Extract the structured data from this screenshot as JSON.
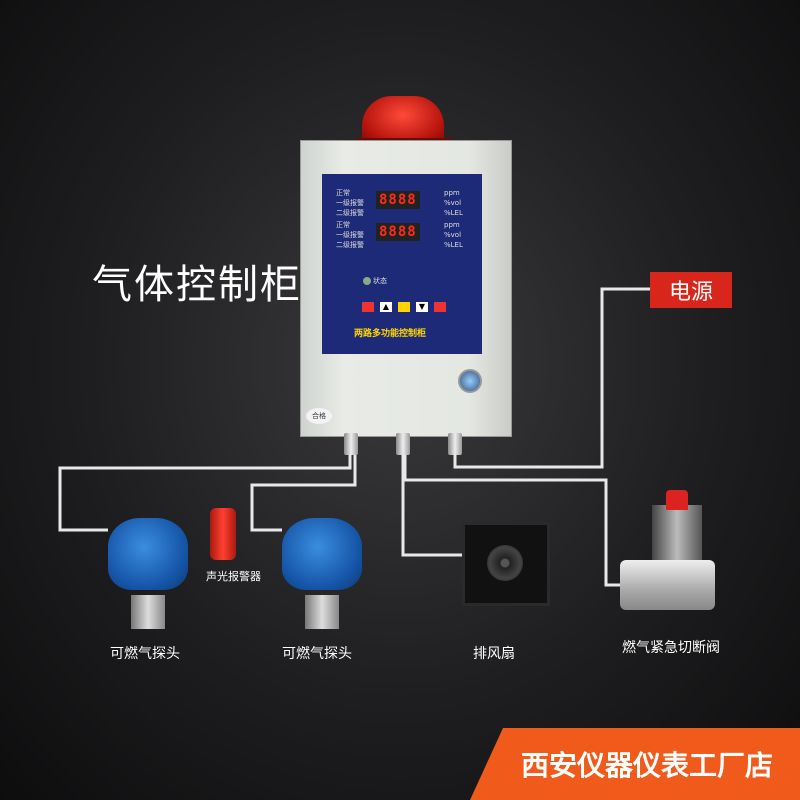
{
  "heading": "气体控制柜",
  "power_label": "电源",
  "cabinet": {
    "status_label": "状态",
    "panel_title": "两路多功能控制柜",
    "display_1": "8888",
    "display_2": "8888",
    "tag": "合格",
    "row_labels": [
      "正常",
      "一级报警",
      "二级报警"
    ],
    "unit_labels": [
      "ppm",
      "%vol",
      "%LEL"
    ]
  },
  "labels": {
    "alarm": "声光报警器",
    "detector_1": "可燃气探头",
    "detector_2": "可燃气探头",
    "fan": "排风扇",
    "valve": "燃气紧急切断阀"
  },
  "shop_name": "西安仪器仪表工厂店",
  "colors": {
    "accent_red": "#d9261c",
    "shop_orange": "#f05a1a",
    "panel_blue": "#1d2a78",
    "detector_blue": "#1656a8"
  }
}
